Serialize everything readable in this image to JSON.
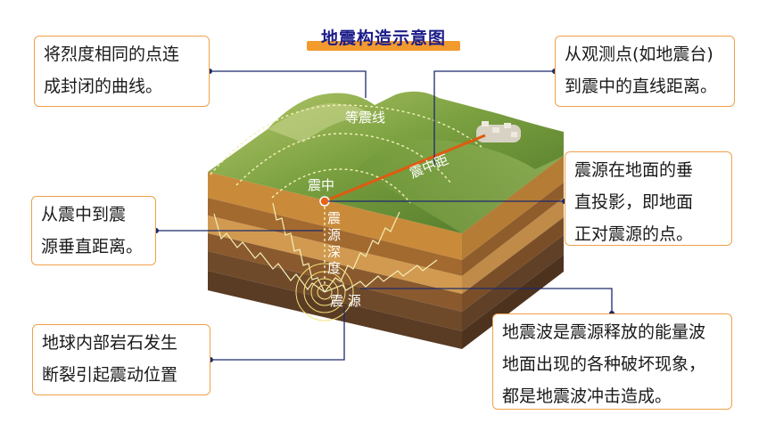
{
  "title": "地震构造示意图",
  "map_labels": {
    "isoseismal": "等震线",
    "epicenter": "震中",
    "epicentral_distance": "震中距",
    "focal_depth_chars": [
      "震",
      "源",
      "深",
      "度"
    ],
    "focus": "震 源"
  },
  "callouts": {
    "intensity_line": [
      "将烈度相同的点连",
      "成封闭的曲线。"
    ],
    "distance": [
      "从观测点(如地震台)",
      "到震中的直线距离。"
    ],
    "epicenter": [
      "震源在地面的垂",
      "直投影，即地面",
      "正对震源的点。"
    ],
    "depth": [
      "从震中到震",
      "源垂直距离。"
    ],
    "focus": [
      "地球内部岩石发生",
      "断裂引起震动位置"
    ],
    "seismic_wave": [
      "地震波是震源释放的能量波",
      "地面出现的各种破坏现象，",
      "都是地震波冲击造成。"
    ]
  },
  "colors": {
    "callout_border": "#f0a04a",
    "title_text": "#1c1c8a",
    "title_bar": "#f39a2e",
    "leader_line": "#1c2a6e",
    "epicentral_line": "#e05a10",
    "epicenter_dot": "#e8621a",
    "grass_light": "#9bb84a",
    "grass_dark": "#4f7a2a"
  }
}
